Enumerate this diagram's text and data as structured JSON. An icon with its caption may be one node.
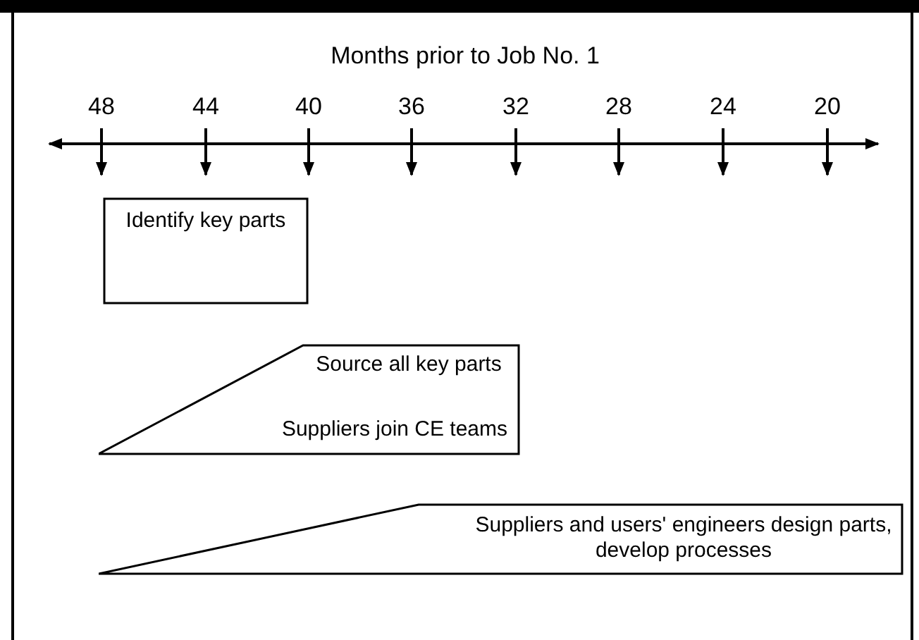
{
  "diagram": {
    "title": "Months prior to Job No. 1",
    "nodes": [
      {
        "text": [
          "Identify key parts"
        ]
      },
      {
        "text": [
          "Source all key parts",
          "Suppliers join CE teams"
        ]
      },
      {
        "text": [
          "Suppliers and users' engineers design parts, develop processes"
        ]
      }
    ],
    "labels": [
      "48",
      "44",
      "40",
      "36",
      "32",
      "28",
      "24",
      "20"
    ]
  }
}
